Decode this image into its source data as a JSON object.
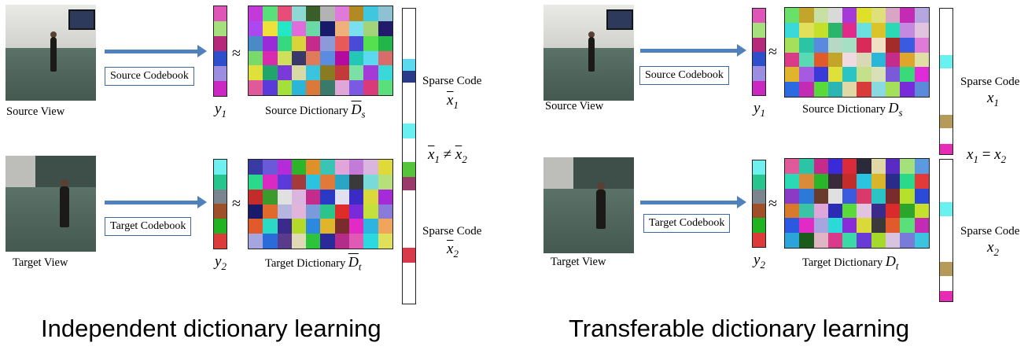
{
  "left": {
    "title": "Independent dictionary learning",
    "source_view_label": "Source View",
    "target_view_label": "Target View",
    "source_codebook_label": "Source Codebook",
    "target_codebook_label": "Target Codebook",
    "y1": "y",
    "y1_sub": "1",
    "y2": "y",
    "y2_sub": "2",
    "approx": "≈",
    "source_dict_label": "Source Dictionary",
    "source_dict_sym": "D",
    "source_dict_sub": "s",
    "target_dict_label": "Target Dictionary",
    "target_dict_sym": "D",
    "target_dict_sub": "t",
    "sparse_label_1": "Sparse Code",
    "x1_sym": "x",
    "x1_sub": "1",
    "sparse_label_2": "Sparse Code",
    "x2_sym": "x",
    "x2_sub": "2",
    "relation_a": "x",
    "relation_a_sub": "1",
    "relation_op": "≠",
    "relation_b": "x",
    "relation_b_sub": "2",
    "y1_colors": [
      "#e056b8",
      "#a6e07c",
      "#b5287a",
      "#2e4fcc",
      "#9b8de0",
      "#cc27c2"
    ],
    "y2_colors": [
      "#6ff0f0",
      "#27c48e",
      "#7a8590",
      "#a05028",
      "#22b322",
      "#dd3a3a"
    ],
    "source_dict_colors": [
      "#c23ad9",
      "#59e07a",
      "#e84d7a",
      "#8dd9d6",
      "#3a5e2a",
      "#b3b3b3",
      "#e07ad9",
      "#b38a22",
      "#3fc7e0",
      "#8ec2d2",
      "#ac48f0",
      "#f0e13a",
      "#22e8c8",
      "#e06bdb",
      "#6bd9a5",
      "#1a1a6a",
      "#f0b07a",
      "#7ae0f0",
      "#a3d47a",
      "#221a6a",
      "#4a8ac7",
      "#9a2bd9",
      "#35d97e",
      "#d9d43a",
      "#c42b8b",
      "#8c9ad9",
      "#e85a5a",
      "#4a4ad9",
      "#55e050",
      "#22b54a",
      "#7ad96b",
      "#d92bb0",
      "#cfe05a",
      "#3a3a6a",
      "#e07b5a",
      "#5a8ce0",
      "#b30aa0",
      "#22c8b5",
      "#5ad9f0",
      "#d96b6b",
      "#e0e03a",
      "#22a56a",
      "#7a3ad9",
      "#d9d9a5",
      "#3ac4e0",
      "#8a7a22",
      "#c23a3a",
      "#7ae0a5",
      "#a53ad9",
      "#3ad9d9",
      "#e05a9a",
      "#5a3ad9",
      "#a5e03a",
      "#2ab5d9",
      "#d97a3a",
      "#3a7a6a",
      "#e0a5d9",
      "#7a5ae0",
      "#d93a7a",
      "#5ae07a"
    ],
    "target_dict_colors": [
      "#3a3aa5",
      "#6a5ad9",
      "#b52bd9",
      "#2bb52b",
      "#e0902a",
      "#3ac4b5",
      "#e0a5d9",
      "#c47ad9",
      "#d9b5e0",
      "#e0d93a",
      "#2bd98a",
      "#d92bc4",
      "#5a3ad9",
      "#a53a3a",
      "#2bc4e0",
      "#e07a3a",
      "#2aa5c4",
      "#3a3a3a",
      "#7ad9d9",
      "#b5e07a",
      "#c42b2b",
      "#3a9a2b",
      "#e0e0e0",
      "#d9b5e0",
      "#c42b8a",
      "#2b3ac4",
      "#e0e0f0",
      "#3a2bc4",
      "#d9d93a",
      "#a52bd9",
      "#1a1a6a",
      "#e06a2b",
      "#b5b5e0",
      "#e0b5d9",
      "#7a9ad9",
      "#2bc48a",
      "#e02b2b",
      "#7a2bd9",
      "#c4e03a",
      "#8a7ad9",
      "#e05a2b",
      "#2bd9c4",
      "#3a2b8a",
      "#b5d92b",
      "#2b8ae0",
      "#e0b52b",
      "#7a2b2b",
      "#e02bc4",
      "#2bb5e0",
      "#f0a55a",
      "#a5a5e0",
      "#2b6ad9",
      "#5a3a8a",
      "#e0d9b5",
      "#2bc43a",
      "#2a2a9a",
      "#b52b8a",
      "#e05ab5",
      "#2bd9e0",
      "#e0e05a"
    ],
    "sparse_marks": [
      {
        "color": "#5ad9f0",
        "pos": 0.17,
        "size": 0.05
      },
      {
        "color": "#2a3a8a",
        "pos": 0.21,
        "size": 0.04
      },
      {
        "color": "#6af0f0",
        "pos": 0.39,
        "size": 0.05
      },
      {
        "color": "#55c43a",
        "pos": 0.52,
        "size": 0.05
      },
      {
        "color": "#9a3a6a",
        "pos": 0.57,
        "size": 0.045
      },
      {
        "color": "#d93a4a",
        "pos": 0.81,
        "size": 0.05
      }
    ]
  },
  "right": {
    "title": "Transferable dictionary learning",
    "source_view_label": "Source View",
    "target_view_label": "Target View",
    "source_codebook_label": "Source Codebook",
    "target_codebook_label": "Target Codebook",
    "y1": "y",
    "y1_sub": "1",
    "y2": "y",
    "y2_sub": "2",
    "approx": "≈",
    "source_dict_label": "Source Dictionary",
    "source_dict_sym": "D",
    "source_dict_sub": "s",
    "target_dict_label": "Target Dictionary",
    "target_dict_sym": "D",
    "target_dict_sub": "t",
    "sparse_label_1": "Sparse Code",
    "x1_sym": "x",
    "x1_sub": "1",
    "sparse_label_2": "Sparse Code",
    "x2_sym": "x",
    "x2_sub": "2",
    "relation_a": "x",
    "relation_a_sub": "1",
    "relation_op": "=",
    "relation_b": "x",
    "relation_b_sub": "2",
    "y1_colors": [
      "#e056b8",
      "#a6e07c",
      "#b5287a",
      "#2e4fcc",
      "#9b8de0",
      "#cc27c2"
    ],
    "y2_colors": [
      "#6ff0f0",
      "#27c48e",
      "#7a8590",
      "#a05028",
      "#22b322",
      "#dd3a3a"
    ],
    "source_dict_colors": [
      "#6ae06a",
      "#c4a52b",
      "#c9e0a5",
      "#d9d9d9",
      "#a53ad9",
      "#e0e02b",
      "#e0e07a",
      "#d9a5c4",
      "#c42bb5",
      "#b5a5e0",
      "#3ad9d9",
      "#e0e05a",
      "#c4e02b",
      "#2bb56a",
      "#e02b8a",
      "#6ae0e0",
      "#d9c42b",
      "#2bd9b5",
      "#c48ae0",
      "#e0c4e0",
      "#a5e05a",
      "#2bc4a5",
      "#5a8ae0",
      "#b5d9c4",
      "#a5e0c4",
      "#d92b5a",
      "#f0e0c4",
      "#a52b2b",
      "#3a5ae0",
      "#e07ad9",
      "#d93a8a",
      "#5ad9b5",
      "#e05a2b",
      "#c4a52b",
      "#f0d9e0",
      "#d9d9b5",
      "#2bb5d9",
      "#c42b8a",
      "#e0a52b",
      "#e0e0a5",
      "#e0b52b",
      "#a55ae0",
      "#3a3ad9",
      "#e0e03a",
      "#2bc4c4",
      "#c4e08a",
      "#d9e0b5",
      "#7a5ad9",
      "#3ad97a",
      "#e02bd9",
      "#2b6ae0",
      "#c42bb5",
      "#5ad93a",
      "#2bb5b5",
      "#e0d9a5",
      "#d93a3a",
      "#8ad9e0",
      "#a5e05a",
      "#7a2bd9",
      "#5a8ad9"
    ],
    "target_dict_colors": [
      "#e05a9a",
      "#2bc4a5",
      "#c42b8a",
      "#3a2bd9",
      "#d92b3a",
      "#2a2a3a",
      "#e0d9a5",
      "#5a2bc4",
      "#a5e07a",
      "#5a9ae0",
      "#2bd9b5",
      "#d98a3a",
      "#2bb52b",
      "#3a2b3a",
      "#c42b2b",
      "#2bc4e0",
      "#d9b52b",
      "#2b2b8a",
      "#2bd98a",
      "#e03a3a",
      "#8a3ac4",
      "#2b7ad9",
      "#6a3a2b",
      "#e0e0e0",
      "#3a5ae0",
      "#d93a6a",
      "#2bc4c4",
      "#7a2b2b",
      "#b5e02b",
      "#2b4ad9",
      "#d97a2b",
      "#3ac4a5",
      "#e0a5d9",
      "#2b2bb5",
      "#5ad93a",
      "#e0c4e0",
      "#3a2b8a",
      "#d92b2b",
      "#2ba52b",
      "#c4e02b",
      "#2b5ae0",
      "#e02bc4",
      "#a5a5e0",
      "#2bd9d9",
      "#8a2bd9",
      "#d9d93a",
      "#3a3a3a",
      "#e05a2b",
      "#5ae07a",
      "#c42bb5",
      "#2ba5d9",
      "#1a5a1a",
      "#e0b5c4",
      "#d93a8a",
      "#3ad9a5",
      "#6a3ad9",
      "#a5d92b",
      "#d9c4e0",
      "#7a7ad9",
      "#3ac4e0"
    ],
    "sparse_marks_1": [
      {
        "color": "#6af0f0",
        "pos": 0.32,
        "size": 0.09
      },
      {
        "color": "#b59a5a",
        "pos": 0.73,
        "size": 0.09
      },
      {
        "color": "#e82bb5",
        "pos": 0.93,
        "size": 0.07
      }
    ],
    "sparse_marks_2": [
      {
        "color": "#6af0f0",
        "pos": 0.3,
        "size": 0.1
      },
      {
        "color": "#b59a5a",
        "pos": 0.72,
        "size": 0.1
      },
      {
        "color": "#e82bb5",
        "pos": 0.93,
        "size": 0.07
      }
    ]
  }
}
